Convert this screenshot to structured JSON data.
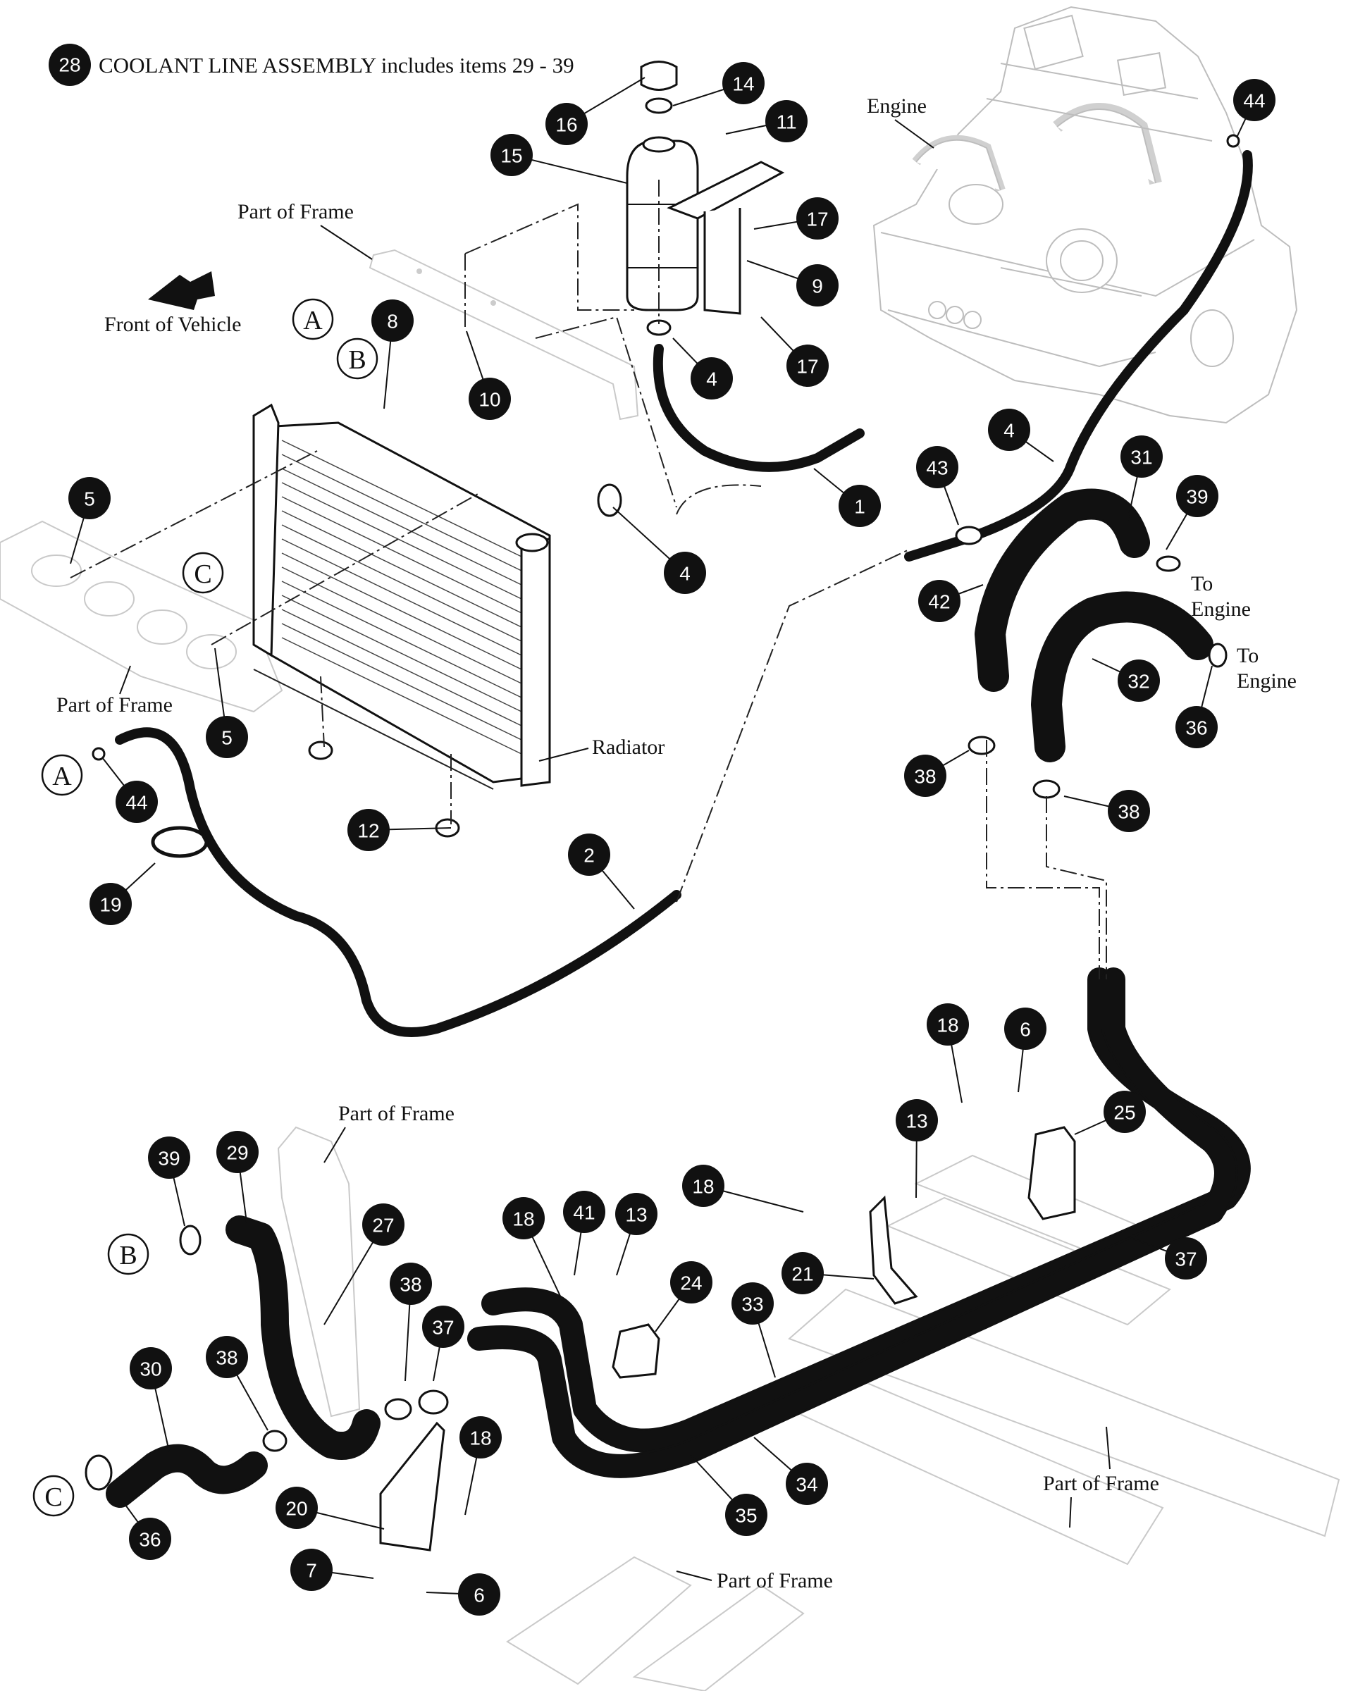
{
  "title": {
    "number": "28",
    "text": "COOLANT LINE ASSEMBLY includes items 29 - 39"
  },
  "labels": {
    "engine": "Engine",
    "part_of_frame": "Part of Frame",
    "front_of_vehicle": "Front of Vehicle",
    "radiator": "Radiator",
    "to_engine": "To\nEngine"
  },
  "reference_letters": [
    "A",
    "B",
    "C"
  ],
  "callouts": [
    "1",
    "2",
    "4",
    "5",
    "6",
    "7",
    "8",
    "9",
    "10",
    "11",
    "12",
    "13",
    "14",
    "15",
    "16",
    "17",
    "18",
    "19",
    "20",
    "21",
    "24",
    "25",
    "27",
    "29",
    "30",
    "31",
    "32",
    "33",
    "34",
    "35",
    "36",
    "37",
    "38",
    "39",
    "41",
    "42",
    "43",
    "44"
  ]
}
